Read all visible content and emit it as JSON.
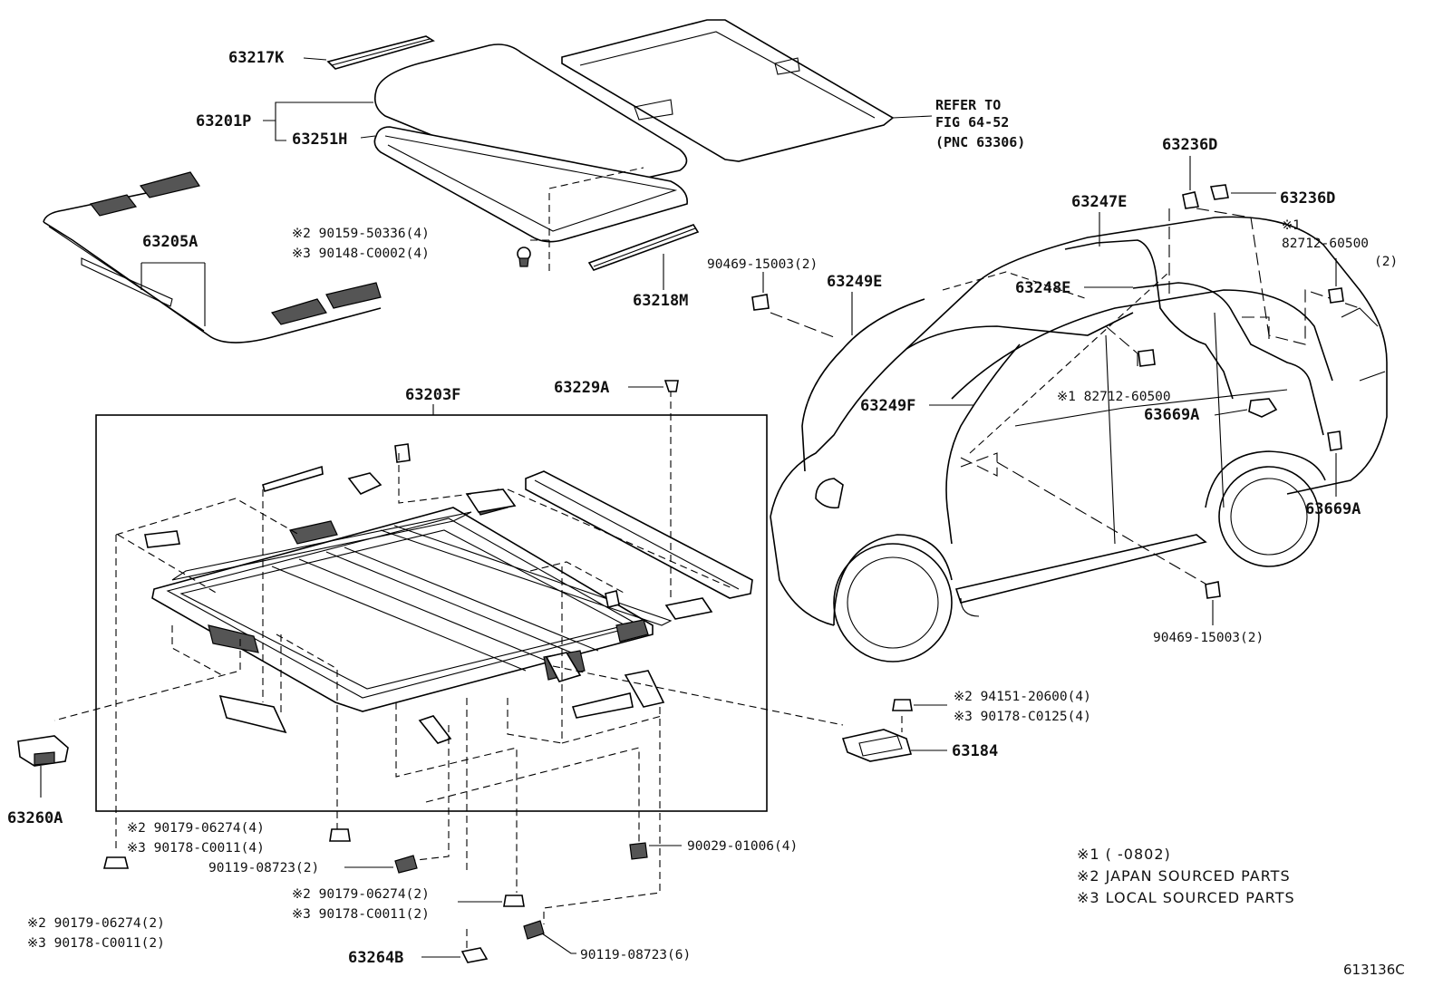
{
  "labels": {
    "p63217K": "63217K",
    "p63201P": "63201P",
    "p63251H": "63251H",
    "p63205A": "63205A",
    "p63218M": "63218M",
    "refer1": "REFER TO",
    "refer2": "FIG 64-52",
    "refer3": "(PNC 63306)",
    "n1_top_a": "※2 90159-50336(4)",
    "n1_top_b": "※3 90148-C0002(4)",
    "p63203F": "63203F",
    "p63229A": "63229A",
    "p63236D_top": "63236D",
    "p63236D_right": "63236D",
    "p63247E": "63247E",
    "n_82712_top": "※1",
    "n_82712_top_num": "82712-60500",
    "n_82712_top_qty": "(2)",
    "p90469_top": "90469-15003(2)",
    "p63249E": "63249E",
    "p63248E": "63248E",
    "n_82712_mid": "※1 82712-60500",
    "p63249F": "63249F",
    "p63669A_mid": "63669A",
    "p63669A_right": "63669A",
    "p90469_bot": "90469-15003(2)",
    "n_94151_a": "※2 94151-20600(4)",
    "n_94151_b": "※3 90178-C0125(4)",
    "p63184": "63184",
    "p63260A": "63260A",
    "n_bl_a": "※2 90179-06274(4)",
    "n_bl_b": "※3 90178-C0011(4)",
    "p90119_a": "90119-08723(2)",
    "p90029": "90029-01006(4)",
    "n_bm_a": "※2 90179-06274(2)",
    "n_bm_b": "※3 90178-C0011(2)",
    "n_bb_a": "※2 90179-06274(2)",
    "n_bb_b": "※3 90178-C0011(2)",
    "p63264B": "63264B",
    "p90119_b": "90119-08723(6)"
  },
  "legend": {
    "note1": "※1 (     -0802)",
    "note2": "※2 JAPAN SOURCED PARTS",
    "note3": "※3 LOCAL SOURCED PARTS"
  },
  "figure_id": "613136C"
}
